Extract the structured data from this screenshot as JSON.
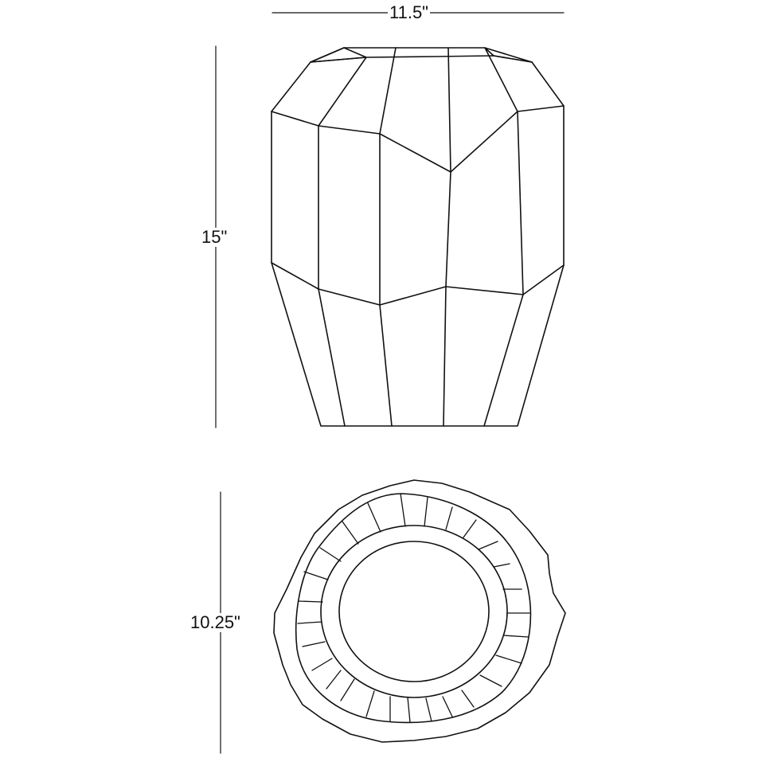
{
  "dimensions": {
    "width": "11.5\"",
    "height": "15\"",
    "depth": "10.25\""
  },
  "colors": {
    "line": "#111111",
    "background": "#ffffff"
  }
}
